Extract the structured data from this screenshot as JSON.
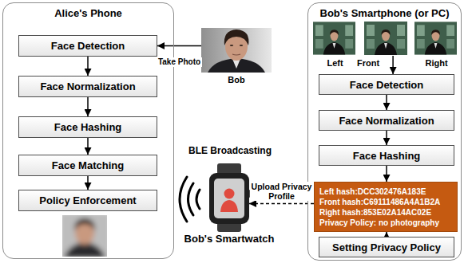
{
  "diagram": {
    "nodes": [
      {
        "text": [
          "Alice's Phone"
        ]
      },
      {
        "text": [
          "Face Detection"
        ],
        "in": 0
      },
      {
        "text": [
          "Face Normalization"
        ],
        "in": 0
      },
      {
        "text": [
          "Face Hashing"
        ],
        "in": 0
      },
      {
        "text": [
          "Face Matching"
        ],
        "in": 0
      },
      {
        "text": [
          "Policy Enforcement"
        ],
        "in": 0
      },
      {
        "text": [
          "Bob"
        ]
      },
      {
        "text": [
          "Bob's Smartphone (or PC)"
        ]
      },
      {
        "text": [
          "Left"
        ],
        "in": 7
      },
      {
        "text": [
          "Front"
        ],
        "in": 7
      },
      {
        "text": [
          "Right"
        ],
        "in": 7
      },
      {
        "text": [
          "Face Detection"
        ],
        "in": 7
      },
      {
        "text": [
          "Face Normalization"
        ],
        "in": 7
      },
      {
        "text": [
          "Face Hashing"
        ],
        "in": 7
      },
      {
        "text": [
          "Left hash:DCC302476A183E",
          "Front hash:C69111486A4A1B2A",
          "Right hash:853E02A14AC02E",
          "Privacy Policy: no photography"
        ],
        "in": 7
      },
      {
        "text": [
          "Setting Privacy Policy"
        ],
        "in": 7
      },
      {
        "text": [
          "Bob's Smartwatch"
        ]
      }
    ],
    "edges": [
      {
        "from": 6,
        "to": 1,
        "arrow": "to",
        "label": "Take Photo"
      },
      {
        "from": 1,
        "to": 2,
        "arrow": "to"
      },
      {
        "from": 2,
        "to": 3,
        "arrow": "to"
      },
      {
        "from": 3,
        "to": 4,
        "arrow": "to"
      },
      {
        "from": 4,
        "to": 5,
        "arrow": "to"
      },
      {
        "from": 9,
        "to": 11,
        "arrow": "to"
      },
      {
        "from": 11,
        "to": 12,
        "arrow": "to"
      },
      {
        "from": 12,
        "to": 13,
        "arrow": "to"
      },
      {
        "from": 13,
        "to": 14,
        "arrow": "to"
      },
      {
        "from": 15,
        "to": 14,
        "arrow": "to"
      },
      {
        "from": 14,
        "to": 16,
        "arrow": "to",
        "label": "Upload Privacy Profile"
      }
    ],
    "labels": [
      "BLE Broadcasting"
    ]
  }
}
